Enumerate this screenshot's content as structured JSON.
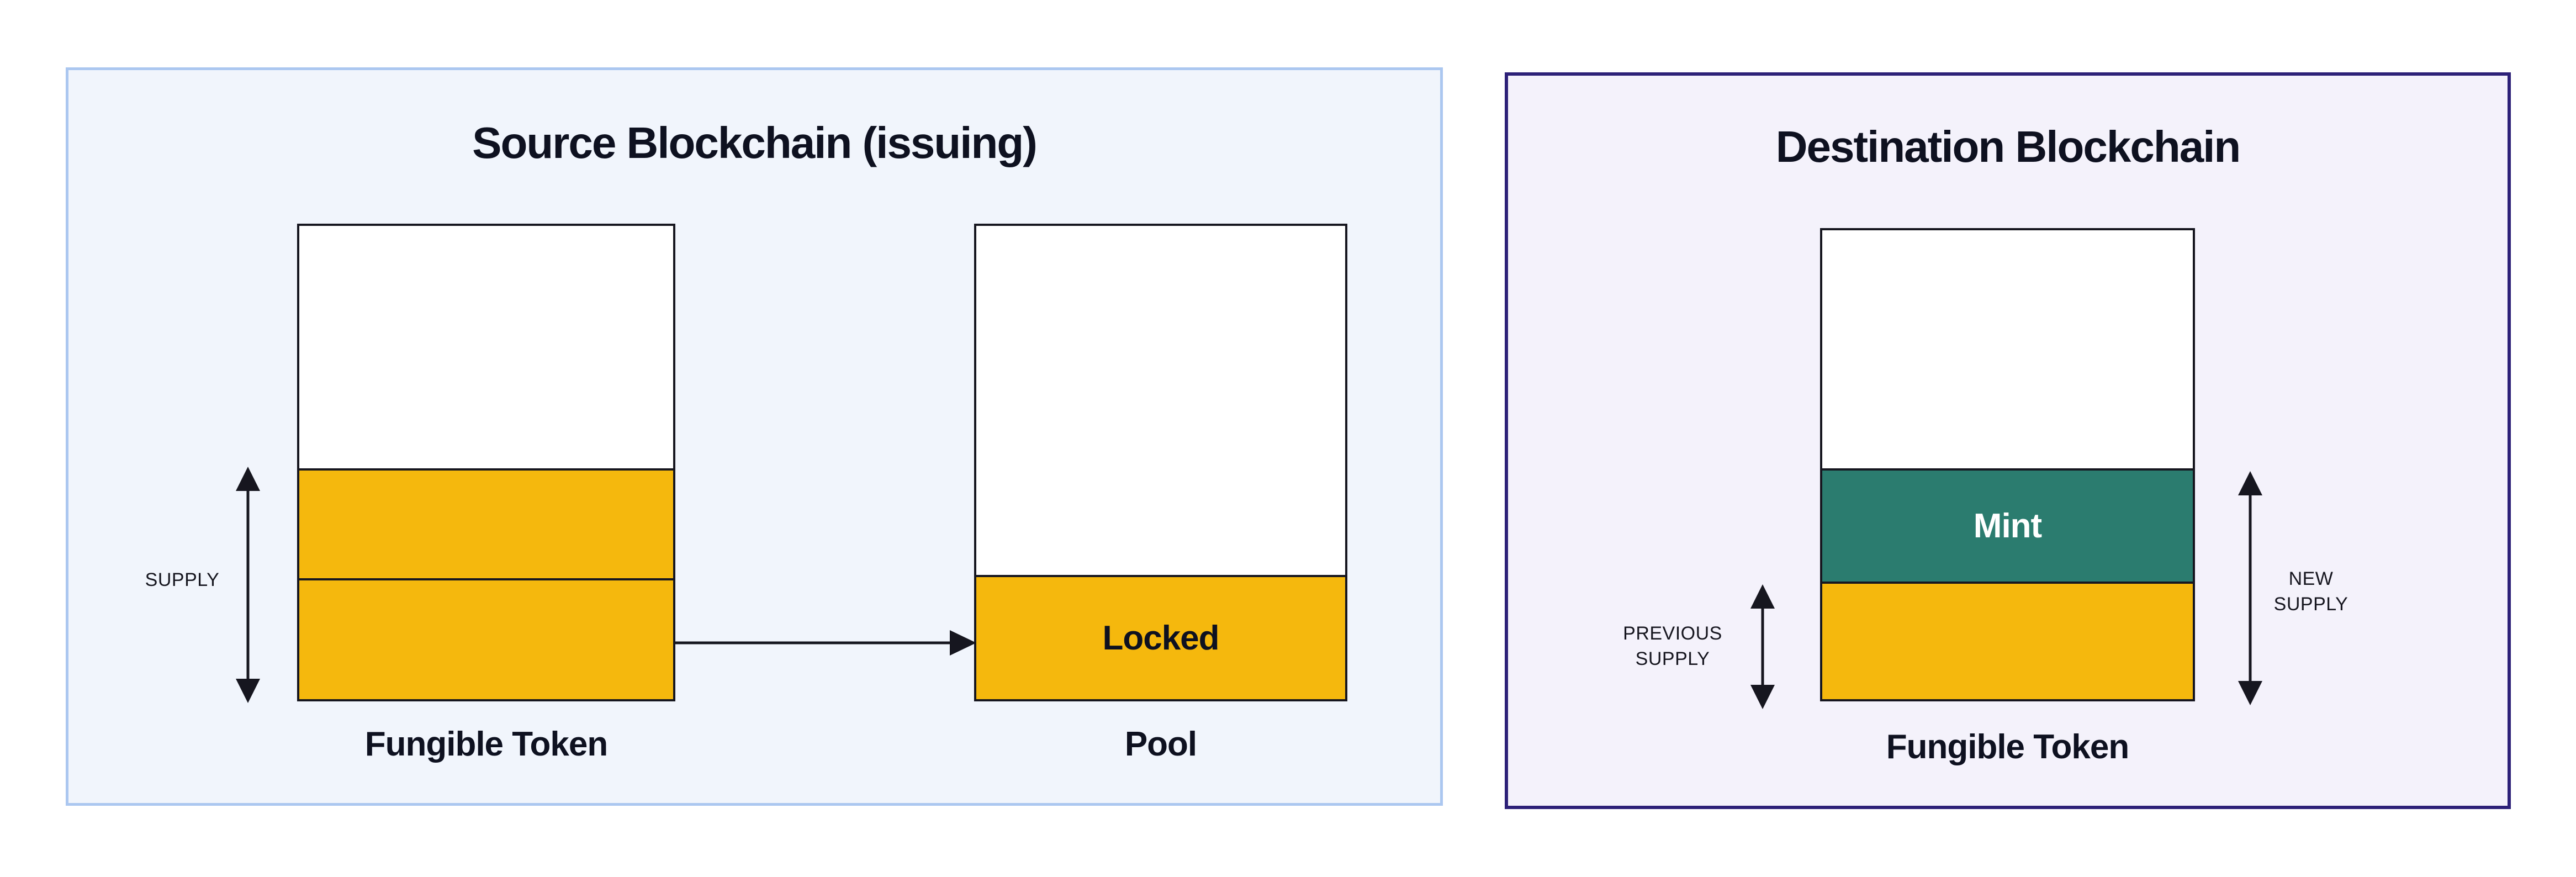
{
  "colors": {
    "page_bg": "#ffffff",
    "source_bg": "#f1f5fc",
    "source_border": "#abc7f0",
    "dest_bg": "#f4f2fb",
    "dest_border": "#2d2178",
    "amber": "#f5b80d",
    "teal": "#2b7c6f",
    "stroke": "#16161f",
    "text": "#0e1120",
    "mint_text": "#ffffff"
  },
  "source_panel": {
    "title": "Source Blockchain (issuing)",
    "supply_label": "SUPPLY",
    "token_label": "Fungible Token",
    "locked_label": "Locked",
    "pool_label": "Pool"
  },
  "destination_panel": {
    "title": "Destination Blockchain",
    "mint_label": "Mint",
    "token_label": "Fungible Token",
    "previous_supply_line1": "PREVIOUS",
    "previous_supply_line2": "SUPPLY",
    "new_supply_line1": "NEW",
    "new_supply_line2": "SUPPLY"
  }
}
